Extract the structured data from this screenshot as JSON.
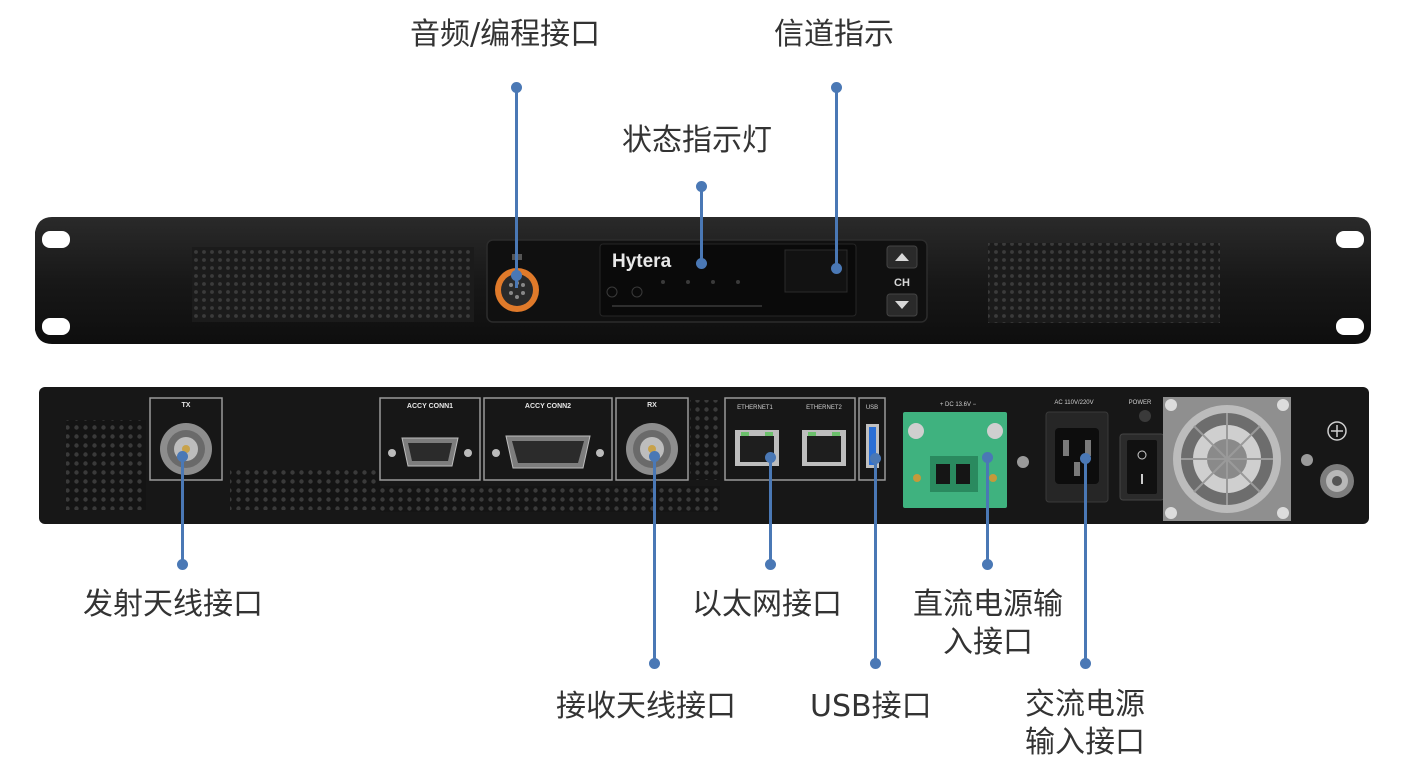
{
  "front": {
    "brand": "Hytera",
    "ch_label": "CH"
  },
  "back": {
    "tx": "TX",
    "rx": "RX",
    "accy1": "ACCY CONN1",
    "accy2": "ACCY CONN2",
    "eth1": "ETHERNET1",
    "eth2": "ETHERNET2",
    "usb": "USB",
    "dc": "+  DC 13.6V  −",
    "ac": "AC  110V/220V",
    "power": "POWER"
  },
  "callouts": {
    "audio_prog": "音频/编程接口",
    "channel_ind": "信道指示",
    "status_led": "状态指示灯",
    "tx_antenna": "发射天线接口",
    "ethernet": "以太网接口",
    "dc_line1": "直流电源输",
    "dc_line2": "入接口",
    "rx_antenna": "接收天线接口",
    "usb": "USB接口",
    "ac_line1": "交流电源",
    "ac_line2": "输入接口"
  },
  "colors": {
    "callout_line": "#4a78b5",
    "label_text": "#333333",
    "panel": "#161616",
    "connector_green": "#3fb27f",
    "port_orange": "#e07a2a",
    "usb_blue": "#2a6fd6"
  }
}
